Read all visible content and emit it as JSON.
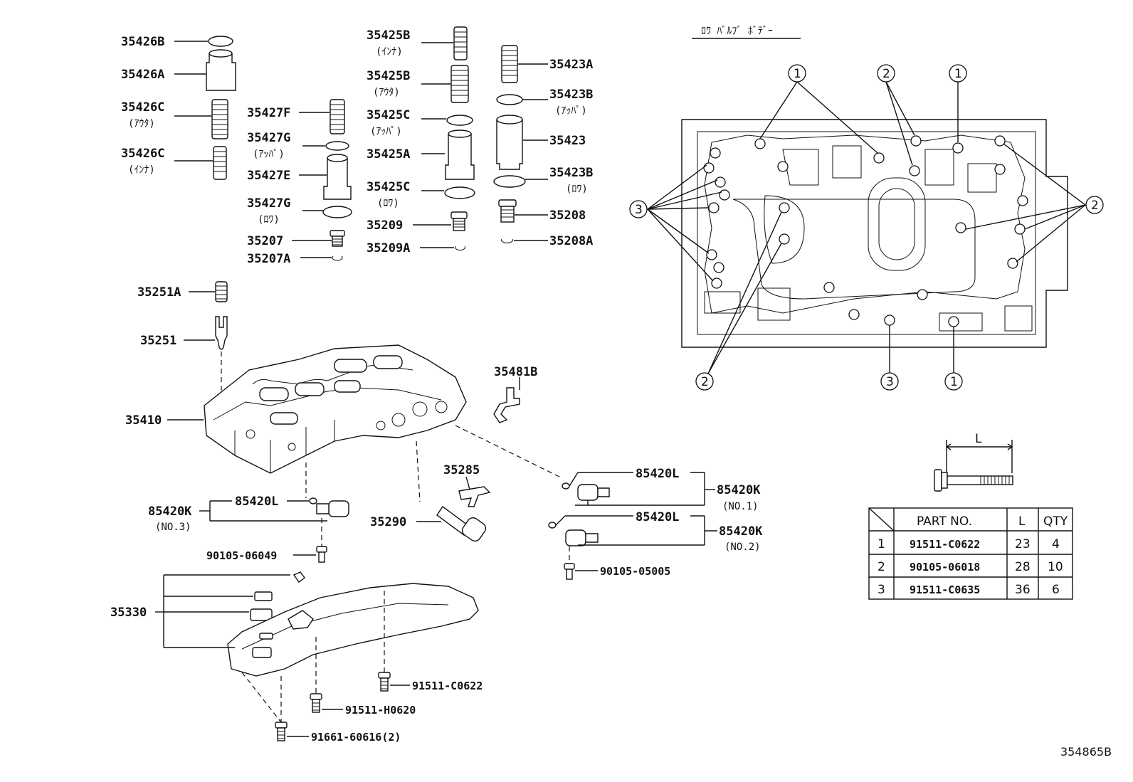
{
  "title": "ﾛﾜ ﾊﾞﾙﾌﾞ ﾎﾞﾃﾞｰ",
  "figure_code": "354865B",
  "labels": {
    "p35426B": "35426B",
    "p35426A": "35426A",
    "p35426C_out": "35426C",
    "p35426C_out_sub": "(ｱｳﾀ)",
    "p35426C_in": "35426C",
    "p35426C_in_sub": "(ｲﾝﾅ)",
    "p35427F": "35427F",
    "p35427G_up": "35427G",
    "p35427G_up_sub": "(ｱｯﾊﾟ)",
    "p35427E": "35427E",
    "p35427G_lo": "35427G",
    "p35427G_lo_sub": "(ﾛﾜ)",
    "p35207": "35207",
    "p35207A": "35207A",
    "p35425B_in": "35425B",
    "p35425B_in_sub": "(ｲﾝﾅ)",
    "p35425B_out": "35425B",
    "p35425B_out_sub": "(ｱｳﾀ)",
    "p35425C_up": "35425C",
    "p35425C_up_sub": "(ｱｯﾊﾟ)",
    "p35425A": "35425A",
    "p35425C_lo": "35425C",
    "p35425C_lo_sub": "(ﾛﾜ)",
    "p35209": "35209",
    "p35209A": "35209A",
    "p35423A": "35423A",
    "p35423B_up": "35423B",
    "p35423B_up_sub": "(ｱｯﾊﾟ)",
    "p35423": "35423",
    "p35423B_lo": "35423B",
    "p35423B_lo_sub": "(ﾛﾜ)",
    "p35208": "35208",
    "p35208A": "35208A",
    "p35251A": "35251A",
    "p35251": "35251",
    "p35410": "35410",
    "p35481B": "35481B",
    "p35285": "35285",
    "p35290": "35290",
    "p85420L_a": "85420L",
    "p85420K_1": "85420K",
    "p85420K_1_sub": "(NO.1)",
    "p85420L_b": "85420L",
    "p85420K_2": "85420K",
    "p85420K_2_sub": "(NO.2)",
    "p85420L_c": "85420L",
    "p85420K_3": "85420K",
    "p85420K_3_sub": "(NO.3)",
    "p90105_06049": "90105-06049",
    "p90105_05005": "90105-05005",
    "p35330": "35330",
    "p91511_C0622": "91511-C0622",
    "p91511_H0620": "91511-H0620",
    "p91661_60616": "91661-60616(2)"
  },
  "callouts": {
    "c1": "1",
    "c2": "2",
    "c3": "3"
  },
  "bolt_dim": "L",
  "bolt_table": {
    "headers": [
      "",
      "PART NO.",
      "L",
      "QTY"
    ],
    "rows": [
      {
        "no": "1",
        "part": "91511-C0622",
        "l": "23",
        "qty": "4"
      },
      {
        "no": "2",
        "part": "90105-06018",
        "l": "28",
        "qty": "10"
      },
      {
        "no": "3",
        "part": "91511-C0635",
        "l": "36",
        "qty": "6"
      }
    ]
  }
}
